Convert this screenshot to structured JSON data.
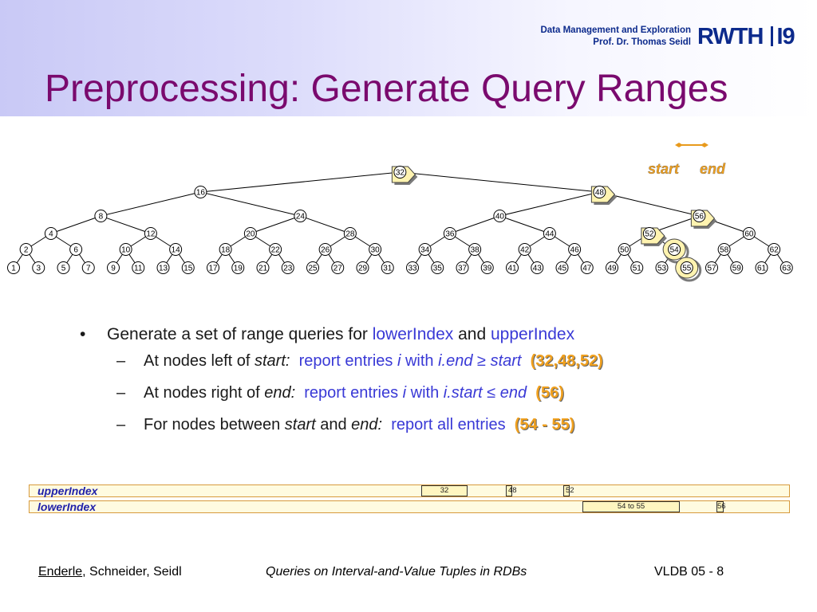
{
  "header": {
    "lab_line1": "Data Management and Exploration",
    "lab_line2": "Prof. Dr. Thomas Seidl",
    "logo_text": "RWTH",
    "logo_suffix": "I9"
  },
  "title": "Preprocessing: Generate Query Ranges",
  "legend": {
    "start": "start",
    "end": "end"
  },
  "tree": {
    "levels": [
      [
        "32"
      ],
      [
        "16",
        "48"
      ],
      [
        "8",
        "24",
        "40",
        "56"
      ],
      [
        "4",
        "12",
        "20",
        "28",
        "36",
        "44",
        "52",
        "60"
      ],
      [
        "2",
        "6",
        "10",
        "14",
        "18",
        "22",
        "26",
        "30",
        "34",
        "38",
        "42",
        "46",
        "50",
        "54",
        "58",
        "62"
      ],
      [
        "1",
        "3",
        "5",
        "7",
        "9",
        "11",
        "13",
        "15",
        "17",
        "19",
        "21",
        "23",
        "25",
        "27",
        "29",
        "31",
        "33",
        "35",
        "37",
        "39",
        "41",
        "43",
        "45",
        "47",
        "49",
        "51",
        "53",
        "55",
        "57",
        "59",
        "61",
        "63"
      ]
    ],
    "highlighted": [
      "32",
      "48",
      "52",
      "56"
    ],
    "circled": [
      "54",
      "55"
    ]
  },
  "bullets": {
    "main": {
      "prefix": "Generate a set of range queries for ",
      "term1": "lowerIndex",
      "mid": " and ",
      "term2": "upperIndex"
    },
    "sub1": {
      "a": "At nodes left of ",
      "b": "start:",
      "c": "report entries ",
      "d": "i",
      "e": " with ",
      "f": "i.end",
      "g": " ≥ ",
      "h": "start",
      "val": "(32,48,52)"
    },
    "sub2": {
      "a": "At nodes right of ",
      "b": "end:",
      "c": "report entries ",
      "d": "i",
      "e": " with ",
      "f": "i.start",
      "g": " ≤ ",
      "h": "end",
      "val": "(56)"
    },
    "sub3": {
      "a": "For nodes between ",
      "b": "start",
      "c": " and ",
      "d": "end:",
      "e": "report all entries",
      "val": "(54 - 55)"
    }
  },
  "index_rows": {
    "upper": {
      "label": "upperIndex",
      "segments": [
        "32",
        "48",
        "52"
      ]
    },
    "lower": {
      "label": "lowerIndex",
      "segments": [
        "54 to 55",
        "56"
      ]
    }
  },
  "footer": {
    "author_main": "Enderle",
    "authors_rest": ", Schneider, Seidl",
    "talk_title": "Queries on Interval-and-Value Tuples in RDBs",
    "slide_no": "VLDB 05 - 8"
  },
  "colors": {
    "title": "#7a0a6e",
    "link_blue": "#3939d6",
    "highlight_orange": "#f0a01e",
    "logo_blue": "#0c2a8c"
  }
}
